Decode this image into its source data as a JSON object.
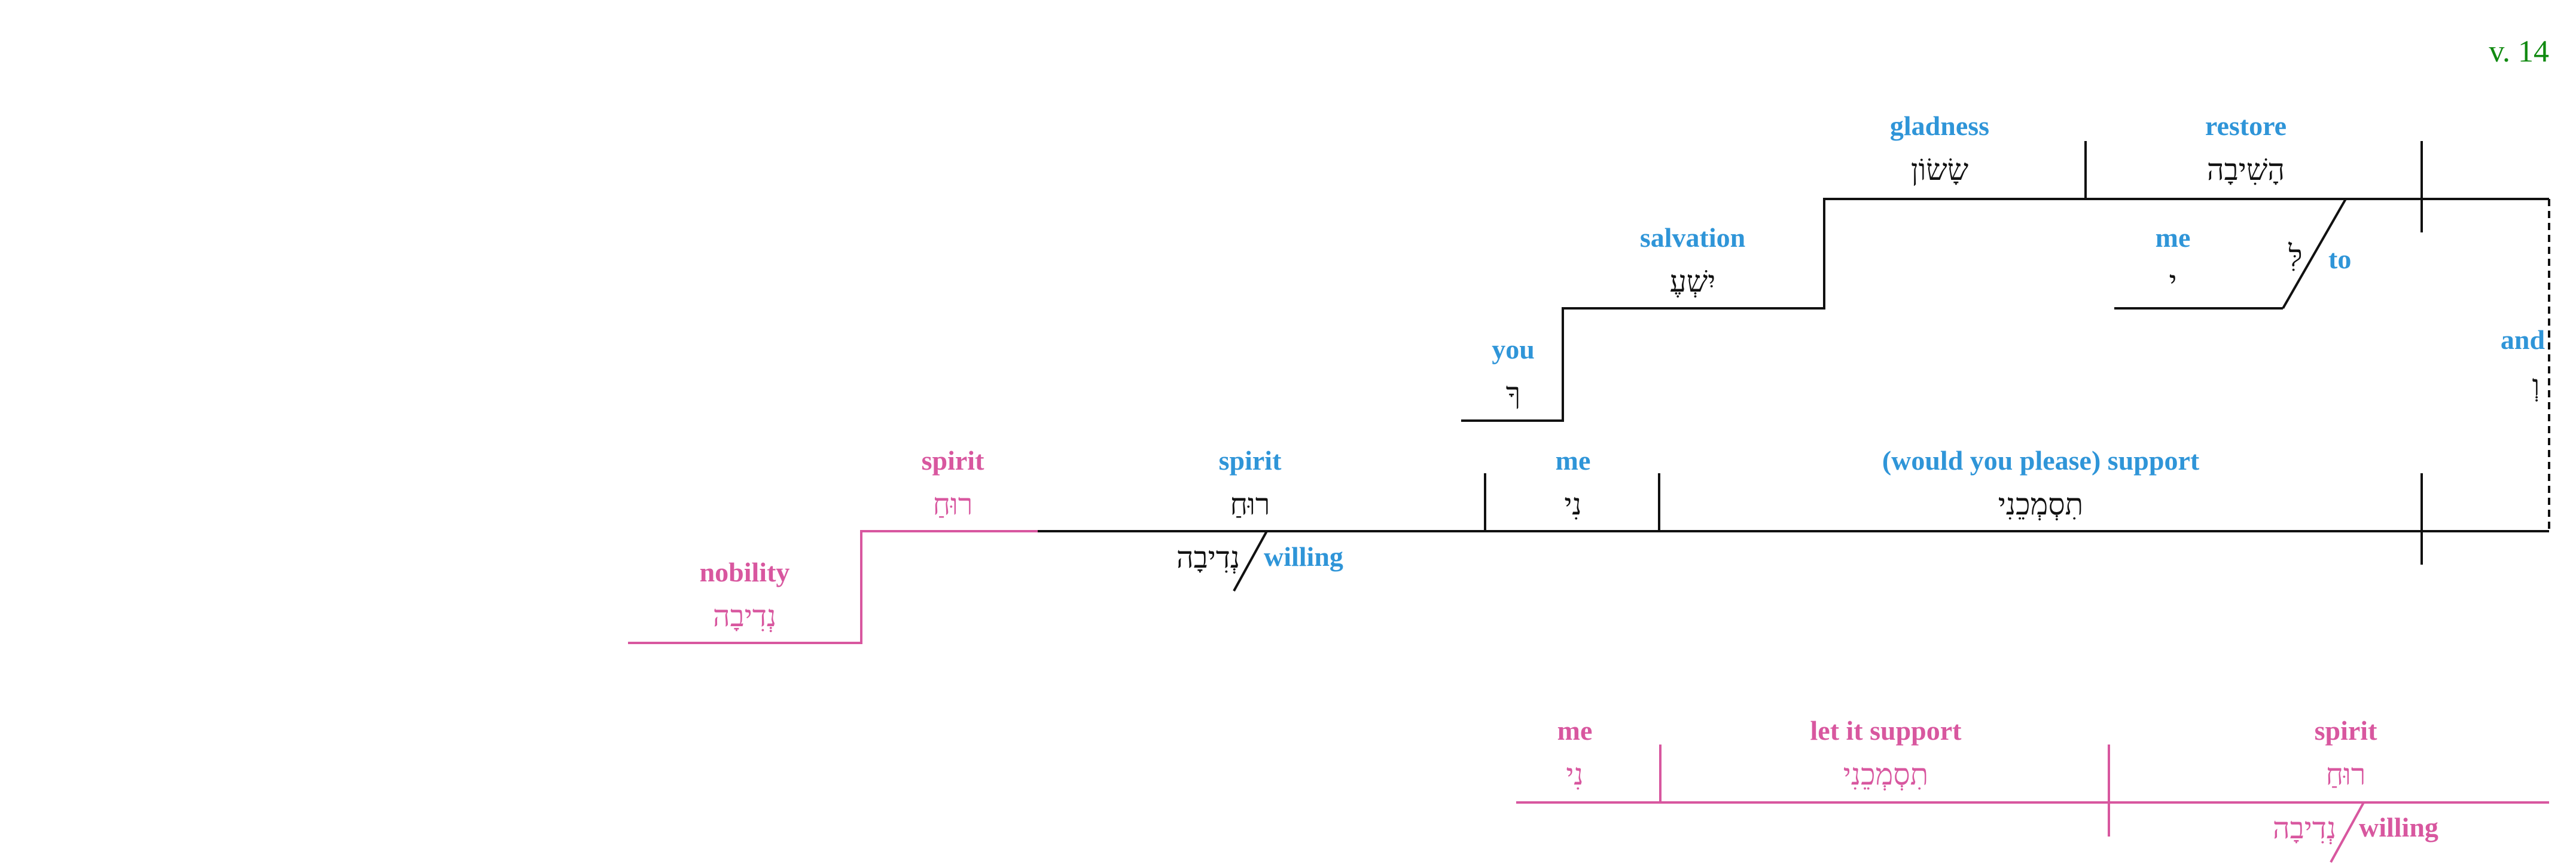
{
  "verse": "v. 14",
  "colors": {
    "gloss": "#2f95d8",
    "alt": "#d8579f",
    "line": "#111111",
    "verse": "#118a11"
  },
  "words": {
    "gladness": {
      "gloss": "gladness",
      "hebrew": "שָׂשׂוֹן"
    },
    "restore": {
      "gloss": "restore",
      "hebrew": "הָשִׁיבָה"
    },
    "to": {
      "gloss": "to",
      "hebrew": "לִּ"
    },
    "me_to": {
      "gloss": "me",
      "hebrew": "י"
    },
    "salvation": {
      "gloss": "salvation",
      "hebrew": "יִשְׁעֶ"
    },
    "you": {
      "gloss": "you",
      "hebrew": "ךָ"
    },
    "and": {
      "gloss": "and",
      "hebrew": "וְ"
    },
    "spirit_main": {
      "gloss": "spirit",
      "hebrew": "רוּחַ"
    },
    "me_main": {
      "gloss": "me",
      "hebrew": "נִי"
    },
    "support": {
      "gloss": "(would you please) support",
      "hebrew": "תִסְמְכֵנִי"
    },
    "willing_main": {
      "gloss": "willing",
      "hebrew": "נְדִיבָה"
    },
    "spirit_alt": {
      "gloss": "spirit",
      "hebrew": "רוּחַ"
    },
    "nobility": {
      "gloss": "nobility",
      "hebrew": "נְדִיבָה"
    },
    "me_alt": {
      "gloss": "me",
      "hebrew": "נִי"
    },
    "let_support": {
      "gloss": "let it support",
      "hebrew": "תִסְמְכֵנִי"
    },
    "spirit_alt2": {
      "gloss": "spirit",
      "hebrew": "רוּחַ"
    },
    "willing_alt": {
      "gloss": "willing",
      "hebrew": "נְדִיבָה"
    }
  }
}
